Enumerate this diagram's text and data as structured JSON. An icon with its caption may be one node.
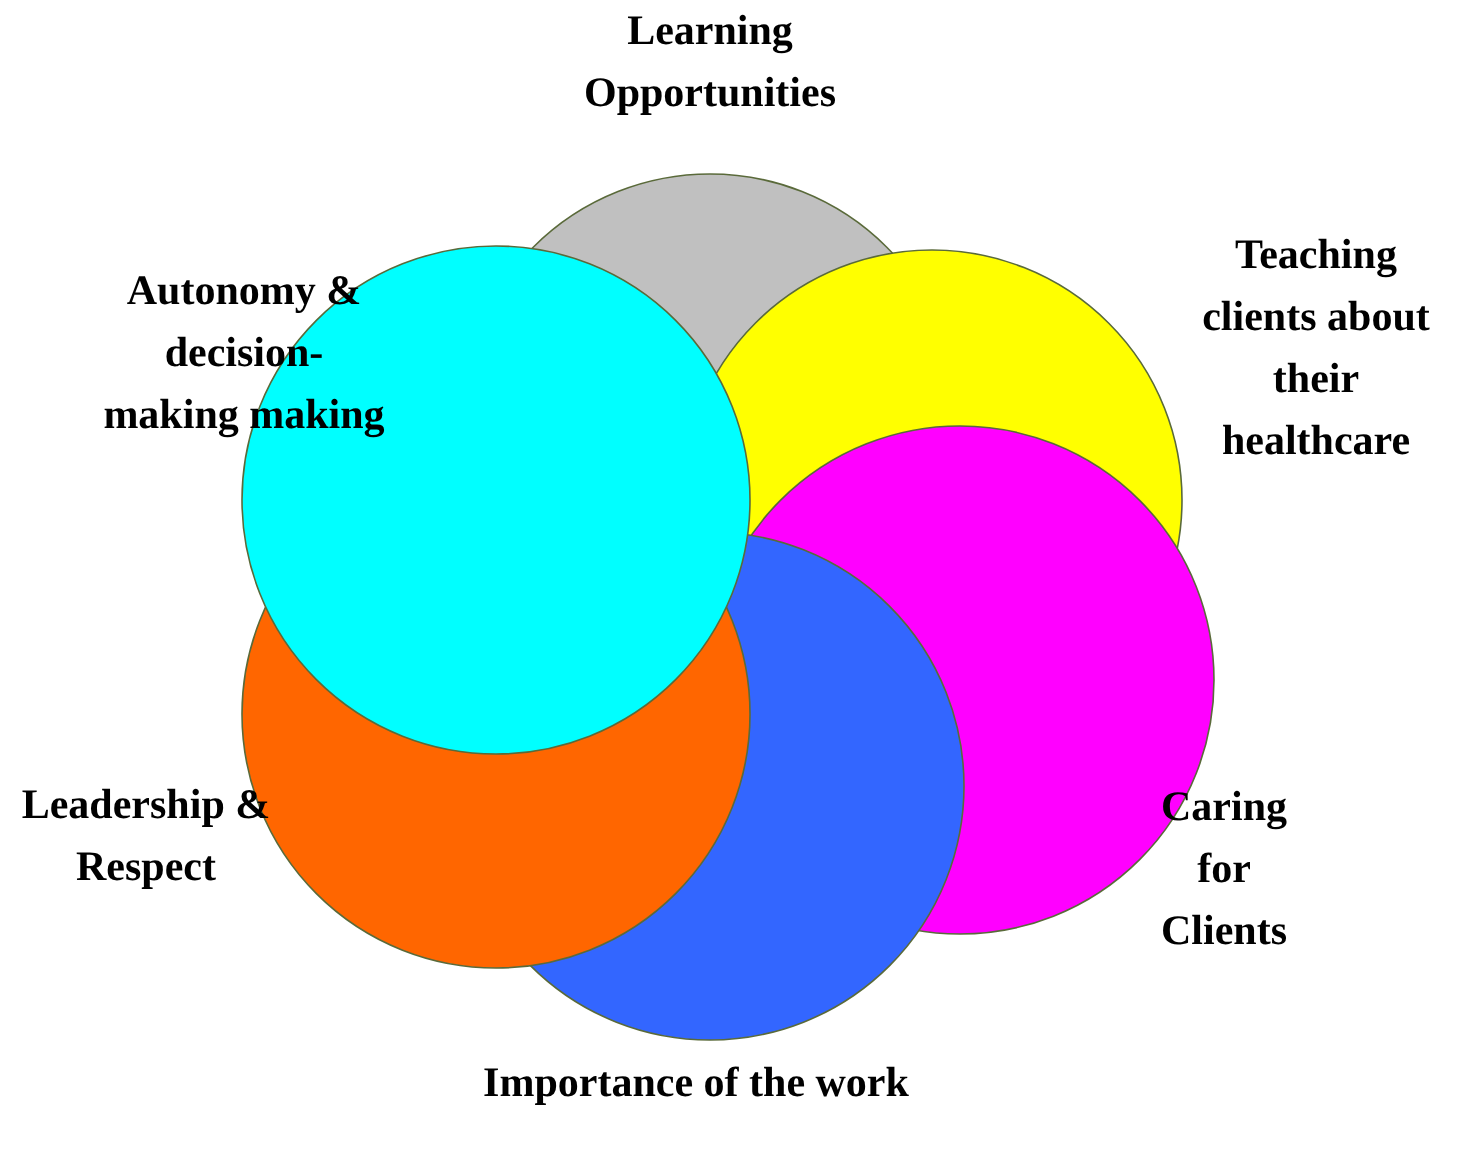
{
  "diagram": {
    "nodes": [
      {
        "text": [
          "Learning Opportunities"
        ]
      },
      {
        "text": [
          "Autonomy & decision-making making"
        ]
      },
      {
        "text": [
          "Teaching clients about their healthcare"
        ]
      },
      {
        "text": [
          "Leadership & Respect"
        ]
      },
      {
        "text": [
          "Caring for Clients"
        ]
      },
      {
        "text": [
          "Importance of the work"
        ]
      }
    ]
  }
}
